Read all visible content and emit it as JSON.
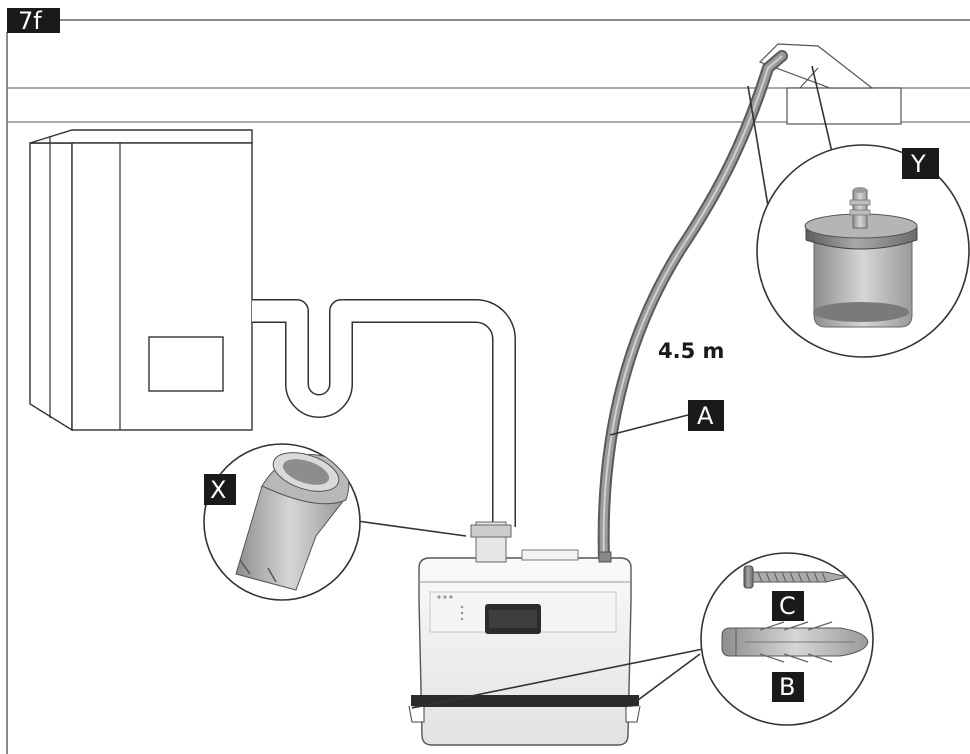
{
  "figure_id": "7f",
  "hose_length": "4.5 m",
  "labels": {
    "hose": "A",
    "wall_plug": "B",
    "screw": "C",
    "adapter": "X",
    "vent_connector": "Y"
  },
  "colors": {
    "tag_background": "#1a1a1a",
    "tag_text": "#ffffff",
    "line": "#444444",
    "hose": "#8a8a8a"
  }
}
